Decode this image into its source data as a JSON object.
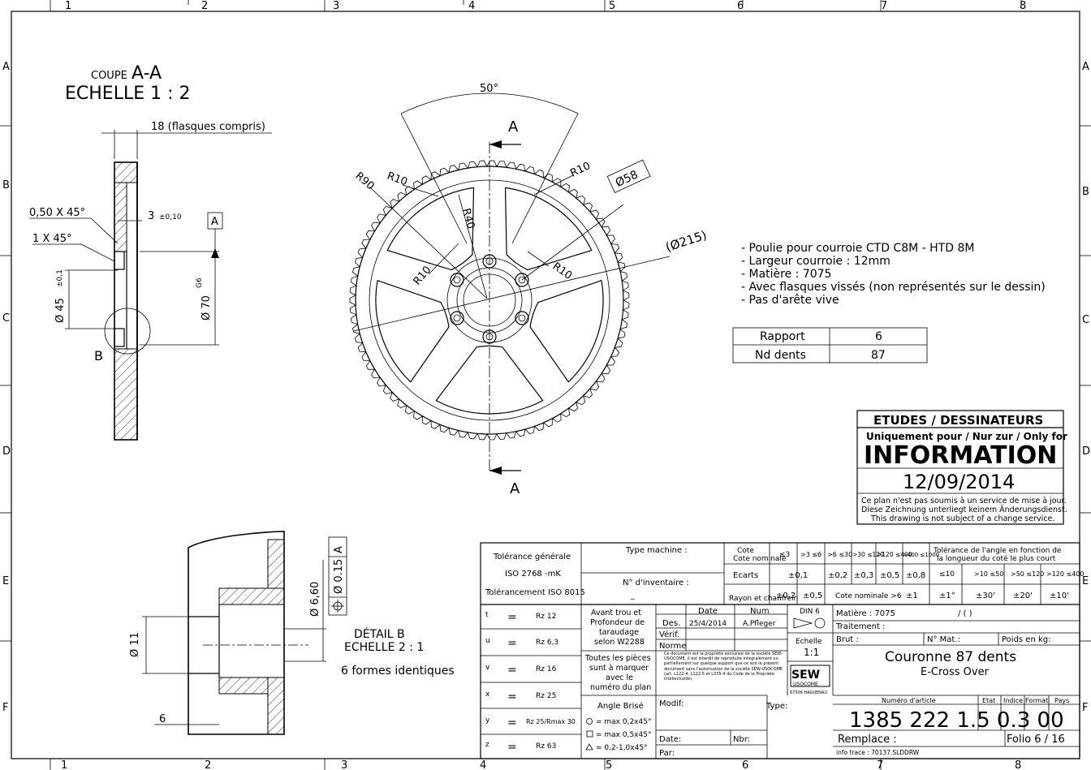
{
  "frame": {
    "cols_top": [
      "1",
      "2",
      "3",
      "4",
      "5",
      "6",
      "7",
      "8"
    ],
    "cols_bottom": [
      "1",
      "2",
      "3",
      "4",
      "5",
      "6",
      "7",
      "8"
    ],
    "rows": [
      "A",
      "B",
      "C",
      "D",
      "E",
      "F"
    ]
  },
  "section": {
    "coupe_small": "COUPE",
    "coupe_name": "A-A",
    "scale": "ECHELLE 1 : 2",
    "dim_width": "18 (flasques compris)",
    "chamfer1": "0,50 X 45°",
    "chamfer2": "1 X 45°",
    "dim_3": "3",
    "dim_3_tol": "±0,10",
    "datum": "A",
    "dia45": "Ø 45",
    "dia45_tol": "±0,1",
    "dia70": "Ø 70",
    "dia70_tol": "G6",
    "detail_ref": "B"
  },
  "front_view": {
    "angle": "50°",
    "section_letter": "A",
    "r90": "R90",
    "r10": "R10",
    "r40": "R40",
    "dia58": "Ø58",
    "dia215": "(Ø215)"
  },
  "detail": {
    "title": "DÉTAIL B",
    "scale": "ECHELLE 2 : 1",
    "note": "6 formes identiques",
    "dia11": "Ø 11",
    "dia660": "Ø 6,60",
    "tol_value": "Ø 0.15",
    "tol_datum": "A",
    "dim6": "6"
  },
  "notes": [
    "- Poulie pour courroie CTD C8M - HTD 8M",
    "- Largeur courroie : 12mm",
    "- Matière : 7075",
    "- Avec flasques vissés (non représentés sur le dessin)",
    "- Pas d'arête vive"
  ],
  "ratio_table": {
    "r1_label": "Rapport",
    "r1_value": "6",
    "r2_label": "Nd dents",
    "r2_value": "87"
  },
  "stamp": {
    "header": "ETUDES / DESSINATEURS",
    "line1": "Uniquement pour / Nur zur / Only for",
    "big": "INFORMATION",
    "date": "12/09/2014",
    "note1": "Ce plan n'est pas soumis à un service de mise à jour.",
    "note2": "Diese Zeichnung unterliegt keinem Änderungsdienst.",
    "note3": "This drawing is not subject of a change service."
  },
  "title_block": {
    "tol_gen": "Tolérance générale",
    "iso2768": "ISO 2768 -mK",
    "iso8015": "Tolérancement ISO 8015",
    "type_machine": "Type machine :",
    "inventaire": "N° d'inventaire :",
    "inventaire_val": "_",
    "cote_nominale": "Cote nominale",
    "ranges": [
      "≤3",
      ">3 ≤6",
      ">6 ≤30",
      ">30 ≤120",
      ">120 ≤400",
      ">400 ≤1000"
    ],
    "ecarts": "Ecarts",
    "ecart_vals": [
      "±0,1",
      "±0,2",
      "±0,3",
      "±0,5",
      "±0,8"
    ],
    "rayon": "Rayon et chanfrein",
    "rayon_vals": [
      "±0,2",
      "±0,5",
      "Cote nominale >6",
      "±1"
    ],
    "angle_title": "Tolérance de l'angle en fonction de la longueur du coté le plus court",
    "angle_ranges": [
      "≤10",
      ">10 ≤50",
      ">50 ≤120",
      ">120 ≤400"
    ],
    "angle_vals": [
      "±1°",
      "±30'",
      "±20'",
      "±10'"
    ],
    "surface": [
      "Rz 12",
      "Rz 6,3",
      "Rz 16",
      "Rz 25",
      "Rz 25/Rmax 30",
      "Rz 63"
    ],
    "surface_letters": [
      "t",
      "u",
      "v",
      "x",
      "y",
      "z"
    ],
    "avant_trou": "Avant trou et Profondeur de taraudage selon W2288",
    "toutes_pieces": "Toutes les pièces sont à marquer avec le numéro du plan",
    "angle_brise": "Angle Brisé",
    "angle_brise_vals": [
      "= max 0,2x45°",
      "= max 0,5x45°",
      "= 0,2-1,0x45°"
    ],
    "des_label": "Des.",
    "date_label": "Date",
    "num_label": "Num",
    "date_val": "25/4/2014",
    "author": "A.Pfleger",
    "verif": "Vérif.",
    "norme": "Norme",
    "copyright": "Ce document est la propriété exclusive de la société SEW-USOCOME, il est interdit de reproduire intégralement ou partiellement sur quelque support que ce soit le présent document sans l'autorisation de la société SEW-USOCOME (art. L122-4, L122-5 et L335-4 du Code de la Propriété intellectuelle).",
    "din": "DIN 6",
    "echelle": "Echelle",
    "echelle_val": "1:1",
    "logo": "SEW",
    "logo_sub": "USOCOME",
    "haguenau": "67506 HAGUENAU",
    "matiere": "Matière : 7075",
    "matiere_extra": "/ ( )",
    "traitement": "Traitement :",
    "brut": "Brut :",
    "nmat": "N° Mat.:",
    "poids": "Poids en kg:",
    "title": "Couronne 87 dents",
    "subtitle": "E-Cross Over",
    "modif": "Modif:",
    "type": "Type:",
    "date2": "Date:",
    "nbr": "Nbr:",
    "par": "Par:",
    "num_article": "Numéro d'article",
    "etat": "Etat",
    "indice": "Indice",
    "format": "Format",
    "pays": "Pays",
    "part_number": "1385 222 1.5 0.3 00",
    "remplace": "Remplace :",
    "folio": "Folio 6 / 16",
    "info_trace": "info trace : 70137.SLDDRW"
  }
}
